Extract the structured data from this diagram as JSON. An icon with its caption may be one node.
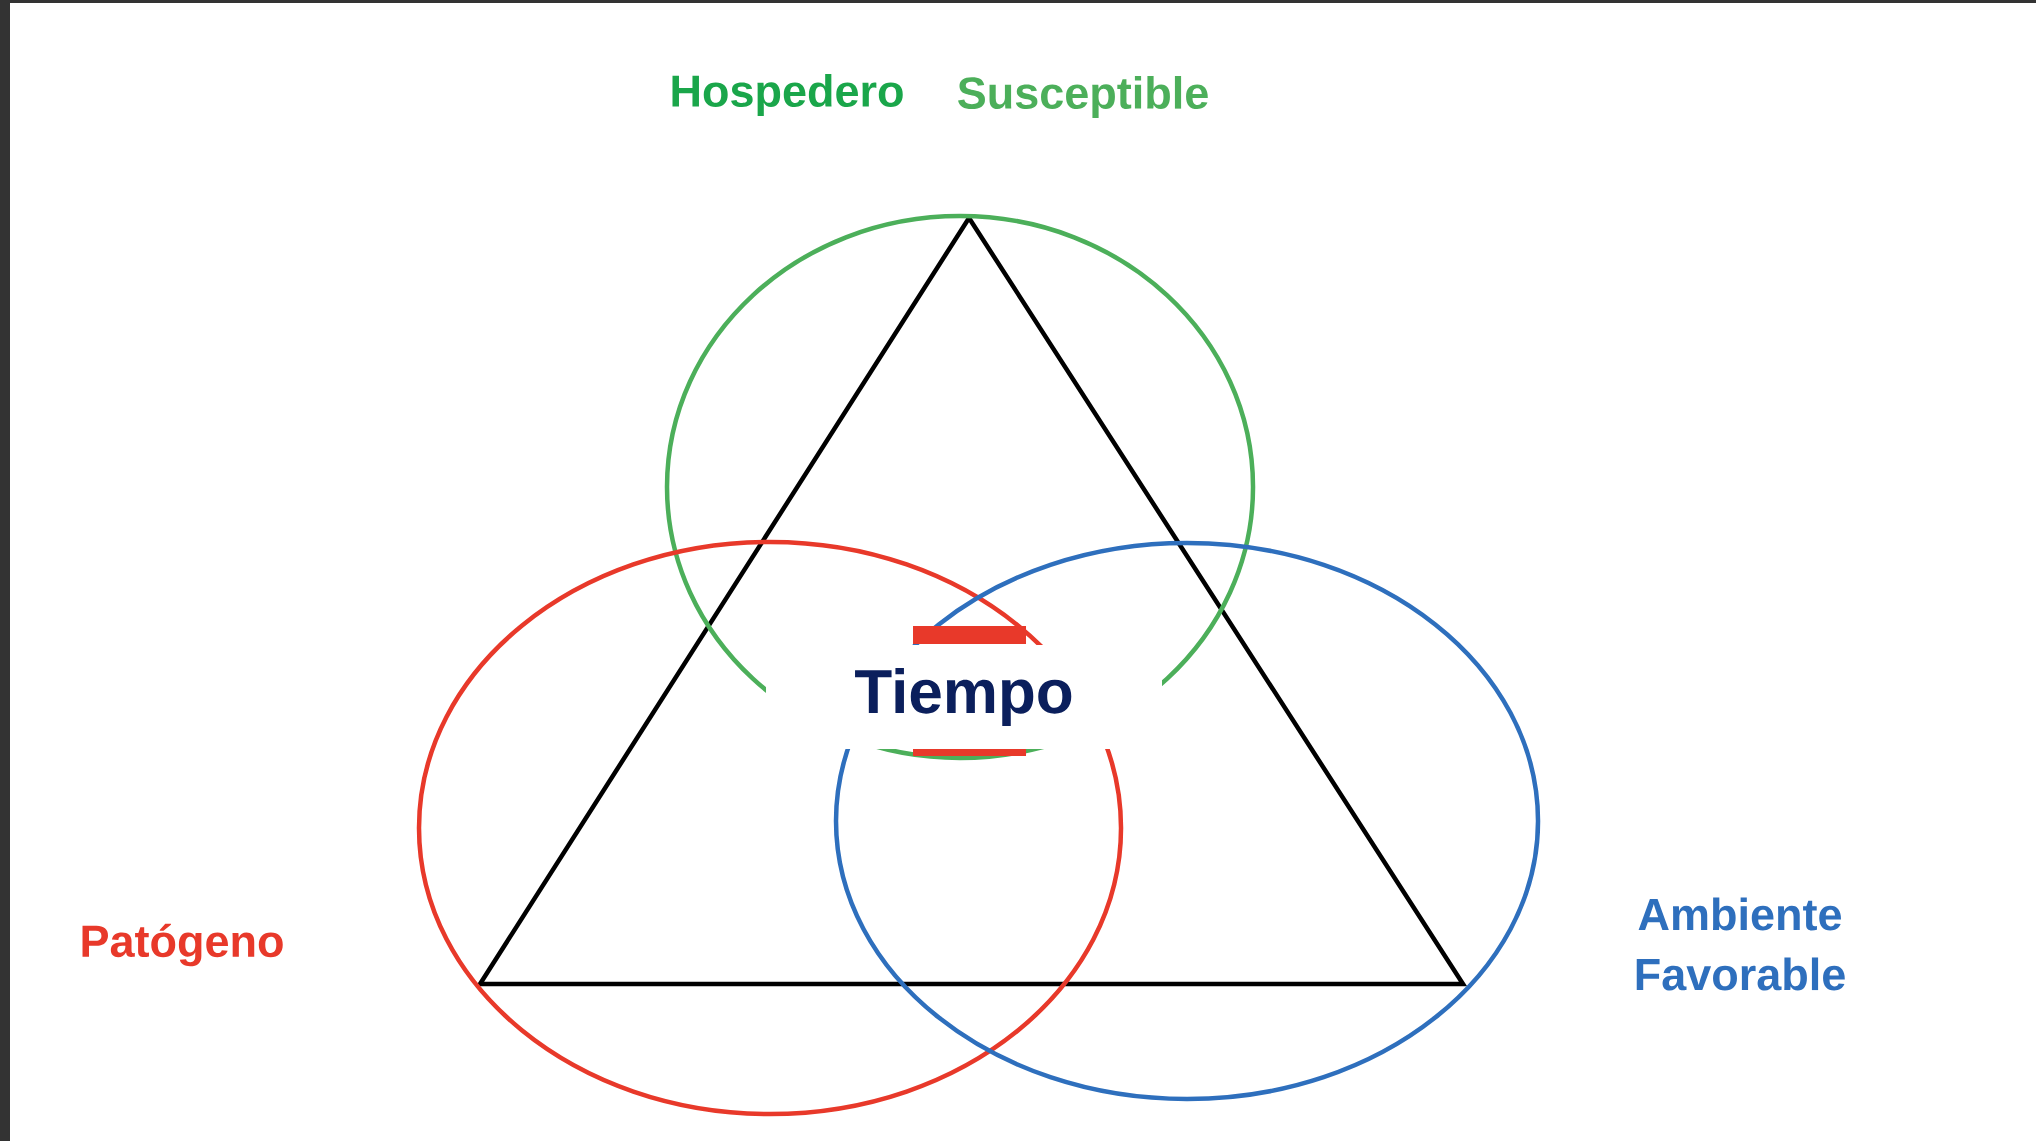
{
  "diagram": {
    "nodes": [
      {
        "text": [
          "Hospedero",
          "Susceptible"
        ]
      },
      {
        "text": [
          "Patógeno"
        ]
      },
      {
        "text": [
          "Ambiente Favorable"
        ]
      }
    ],
    "labels": [
      "Tiempo"
    ]
  }
}
